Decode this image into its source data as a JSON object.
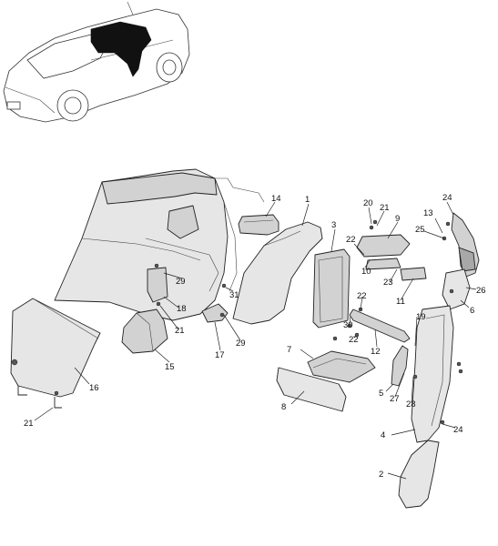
{
  "colors": {
    "line": "#222222",
    "fill": "#d2d2d2",
    "highlight": "#111111"
  },
  "diagram": {
    "callouts": [
      {
        "id": "c1",
        "text": "1"
      },
      {
        "id": "c14",
        "text": "14"
      },
      {
        "id": "c3",
        "text": "3"
      },
      {
        "id": "c20",
        "text": "20"
      },
      {
        "id": "c21a",
        "text": "21"
      },
      {
        "id": "c24a",
        "text": "24"
      },
      {
        "id": "c9",
        "text": "9"
      },
      {
        "id": "c13",
        "text": "13"
      },
      {
        "id": "c22a",
        "text": "22"
      },
      {
        "id": "c25",
        "text": "25"
      },
      {
        "id": "c29a",
        "text": "29"
      },
      {
        "id": "c18",
        "text": "18"
      },
      {
        "id": "c31",
        "text": "31"
      },
      {
        "id": "c10",
        "text": "10"
      },
      {
        "id": "c23",
        "text": "23"
      },
      {
        "id": "c11",
        "text": "11"
      },
      {
        "id": "c26",
        "text": "26"
      },
      {
        "id": "c22b",
        "text": "22"
      },
      {
        "id": "c21b",
        "text": "21"
      },
      {
        "id": "c29b",
        "text": "29"
      },
      {
        "id": "c6",
        "text": "6"
      },
      {
        "id": "c19",
        "text": "19"
      },
      {
        "id": "c30",
        "text": "30"
      },
      {
        "id": "c22c",
        "text": "22"
      },
      {
        "id": "c15",
        "text": "15"
      },
      {
        "id": "c17",
        "text": "17"
      },
      {
        "id": "c12",
        "text": "12"
      },
      {
        "id": "c7",
        "text": "7"
      },
      {
        "id": "c16",
        "text": "16"
      },
      {
        "id": "c5",
        "text": "5"
      },
      {
        "id": "c27",
        "text": "27"
      },
      {
        "id": "c28",
        "text": "28"
      },
      {
        "id": "c8",
        "text": "8"
      },
      {
        "id": "c21c",
        "text": "21"
      },
      {
        "id": "c4",
        "text": "4"
      },
      {
        "id": "c24b",
        "text": "24"
      },
      {
        "id": "c2",
        "text": "2"
      }
    ]
  }
}
